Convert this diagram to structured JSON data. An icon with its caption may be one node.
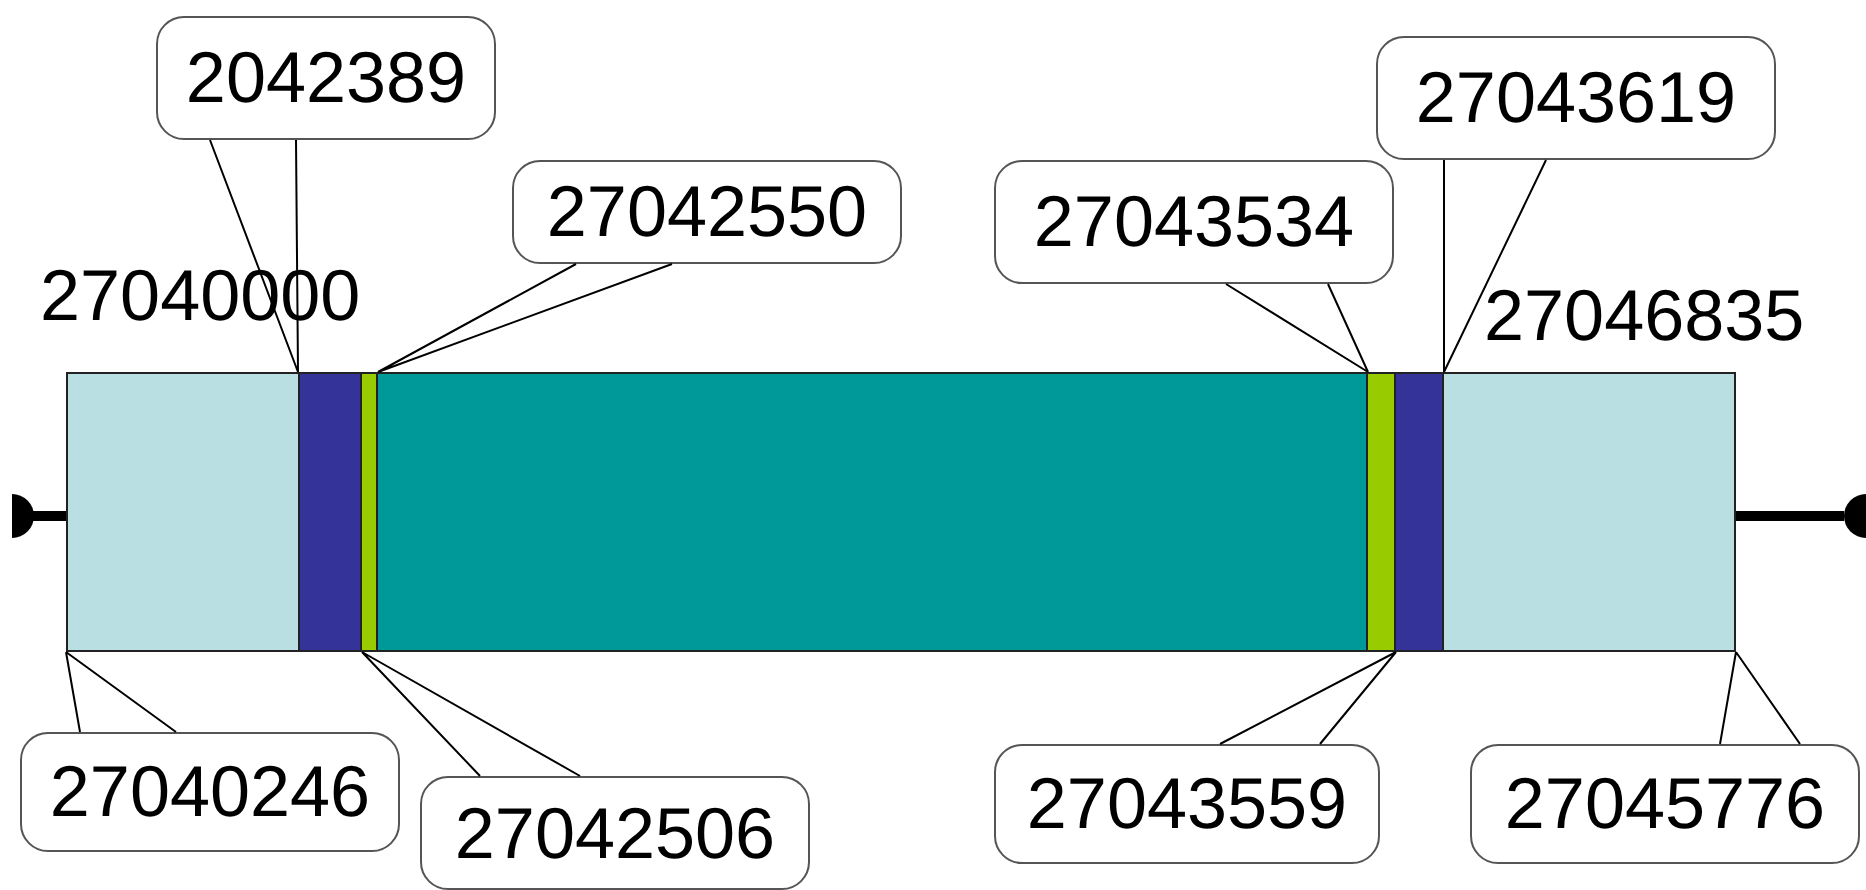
{
  "diagram": {
    "nodes": [
      {
        "text": [
          "2042389"
        ]
      },
      {
        "text": [
          "27043619"
        ]
      },
      {
        "text": [
          "27042550"
        ]
      },
      {
        "text": [
          "27043534"
        ]
      },
      {
        "text": [],
        "shape": "bar"
      },
      {
        "text": [],
        "shape": "bar"
      },
      {
        "text": [],
        "shape": "bar"
      },
      {
        "text": [],
        "shape": "bar"
      },
      {
        "text": [],
        "shape": "bar"
      },
      {
        "text": [],
        "shape": "bar"
      },
      {
        "text": [],
        "shape": "bar"
      },
      {
        "text": [
          "27040246"
        ]
      },
      {
        "text": [
          "27043559"
        ]
      },
      {
        "text": [
          "27045776"
        ]
      },
      {
        "text": [
          "27042506"
        ]
      }
    ],
    "edges": [
      {
        "from": 0,
        "to": 5,
        "arrow": "none"
      },
      {
        "from": 1,
        "to": 9,
        "arrow": "none"
      },
      {
        "from": 2,
        "to": 6,
        "arrow": "none"
      },
      {
        "from": 3,
        "to": 7,
        "arrow": "none"
      },
      {
        "from": 11,
        "to": 4,
        "arrow": "none"
      },
      {
        "from": 14,
        "to": 5,
        "arrow": "none"
      },
      {
        "from": 12,
        "to": 8,
        "arrow": "none"
      },
      {
        "from": 13,
        "to": 10,
        "arrow": "none"
      }
    ],
    "labels": [
      "27040000",
      "27046835"
    ]
  }
}
